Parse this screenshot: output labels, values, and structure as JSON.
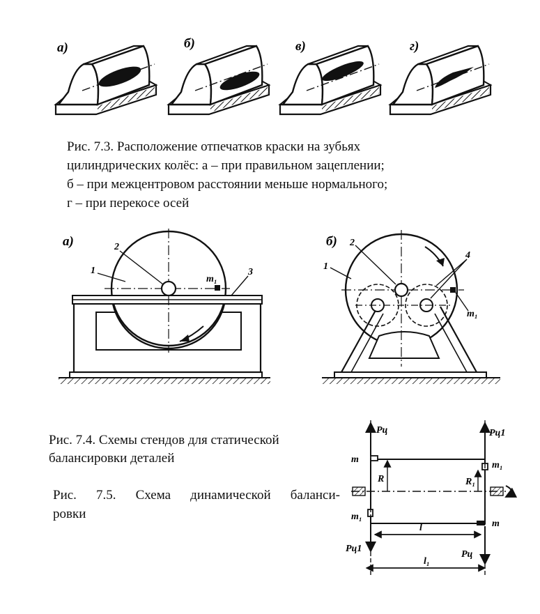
{
  "fig73": {
    "labels": [
      "а)",
      "б)",
      "в)",
      "г)"
    ],
    "caption": [
      "Рис.  7.3. Расположение отпечатков краски на зубьях",
      "цилиндрических колёс: а – при правильном зацеплении;",
      "б – при межцентровом расстоянии меньше нормального;",
      "г – при перекосе осей"
    ]
  },
  "fig74": {
    "a": {
      "label": "а)",
      "n1": "1",
      "n2": "2",
      "n3": "3",
      "mass": "m₁"
    },
    "b": {
      "label": "б)",
      "n1": "1",
      "n2": "2",
      "n4": "4",
      "mass": "m₁"
    },
    "caption": [
      "Рис. 7.4. Схемы стендов для статической",
      "балансировки деталей"
    ]
  },
  "fig75": {
    "labels": {
      "pc_top": "Pц",
      "pc1_top": "Pц1",
      "m_top": "m",
      "m1_top": "m₁",
      "r": "R",
      "r1": "R₁",
      "m1_bot": "m₁",
      "m_bot": "m",
      "l": "l",
      "pc1_bot": "Pц1",
      "pc_bot": "Pц",
      "l1": "l₁"
    },
    "caption": [
      "Рис. 7.5. Схема динамической баланси-",
      "ровки"
    ]
  }
}
